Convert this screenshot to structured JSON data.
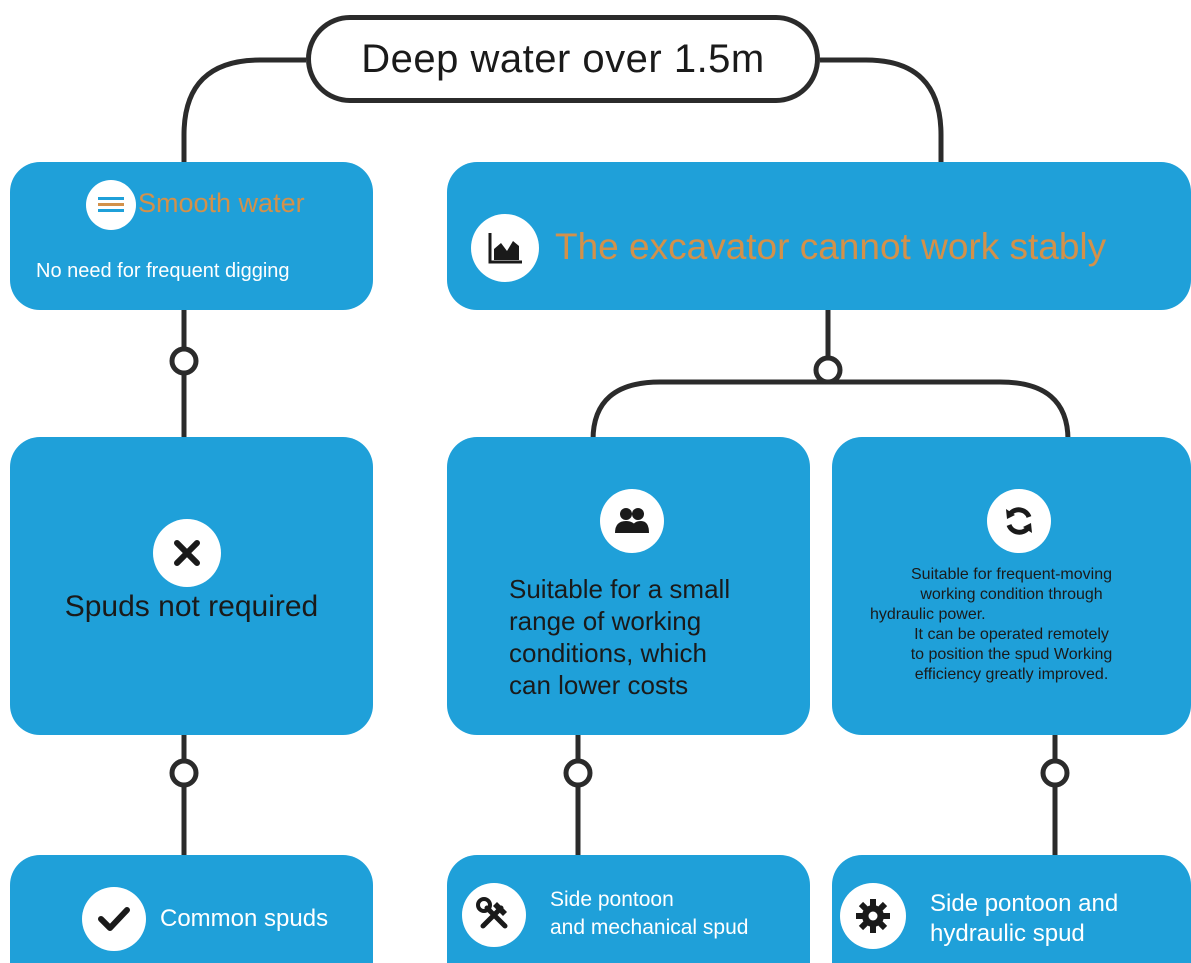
{
  "root": {
    "title": "Deep water over 1.5m"
  },
  "smooth": {
    "title": "Smooth water",
    "subtitle": "No need for frequent digging",
    "icon": "water-waves-icon"
  },
  "unstable": {
    "title": "The excavator cannot work stably",
    "icon": "area-chart-icon"
  },
  "spuds_not_required": {
    "label": "Spuds not required",
    "icon": "close-icon"
  },
  "small_range": {
    "lines": [
      "Suitable for a small",
      "range of working",
      "conditions, which",
      "can lower costs"
    ],
    "icon": "users-icon"
  },
  "frequent_moving": {
    "lines": [
      "Suitable for frequent-moving",
      "working condition through",
      "hydraulic power.",
      "It can be operated remotely",
      "to position the spud Working",
      "efficiency greatly improved."
    ],
    "icon": "refresh-icon"
  },
  "common_spuds": {
    "label": "Common spuds",
    "icon": "checkmark-icon"
  },
  "mechanical_spud": {
    "lines": [
      "Side pontoon",
      "and mechanical spud"
    ],
    "icon": "tools-icon"
  },
  "hydraulic_spud": {
    "lines": [
      "Side pontoon and",
      "hydraulic spud"
    ],
    "icon": "gear-icon"
  },
  "colors": {
    "box_blue": "#1fa0d9",
    "heading_orange": "#d3914a",
    "connector": "#2b2b2b"
  }
}
